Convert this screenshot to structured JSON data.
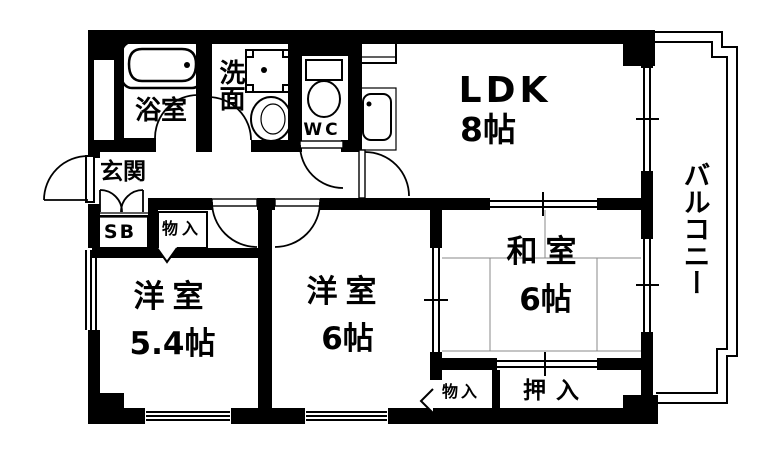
{
  "rooms": {
    "bath": {
      "label": "浴室"
    },
    "washroom": {
      "label": "洗面"
    },
    "toilet": {
      "label": "WC"
    },
    "ldk": {
      "label": "LDK",
      "size": "8帖"
    },
    "balcony": {
      "label": "バルコニー"
    },
    "entrance": {
      "label": "玄関"
    },
    "shoe_box": {
      "label": "SB"
    },
    "hall_storage": {
      "label": "物入"
    },
    "western_room_1": {
      "label": "洋室",
      "size": "5.4帖"
    },
    "western_room_2": {
      "label": "洋室",
      "size": "6帖"
    },
    "japanese_room": {
      "label": "和室",
      "size": "6帖"
    },
    "bottom_storage": {
      "label": "物入"
    },
    "closet": {
      "label": "押入"
    }
  },
  "colors": {
    "wall": "#000000",
    "background": "#ffffff"
  }
}
